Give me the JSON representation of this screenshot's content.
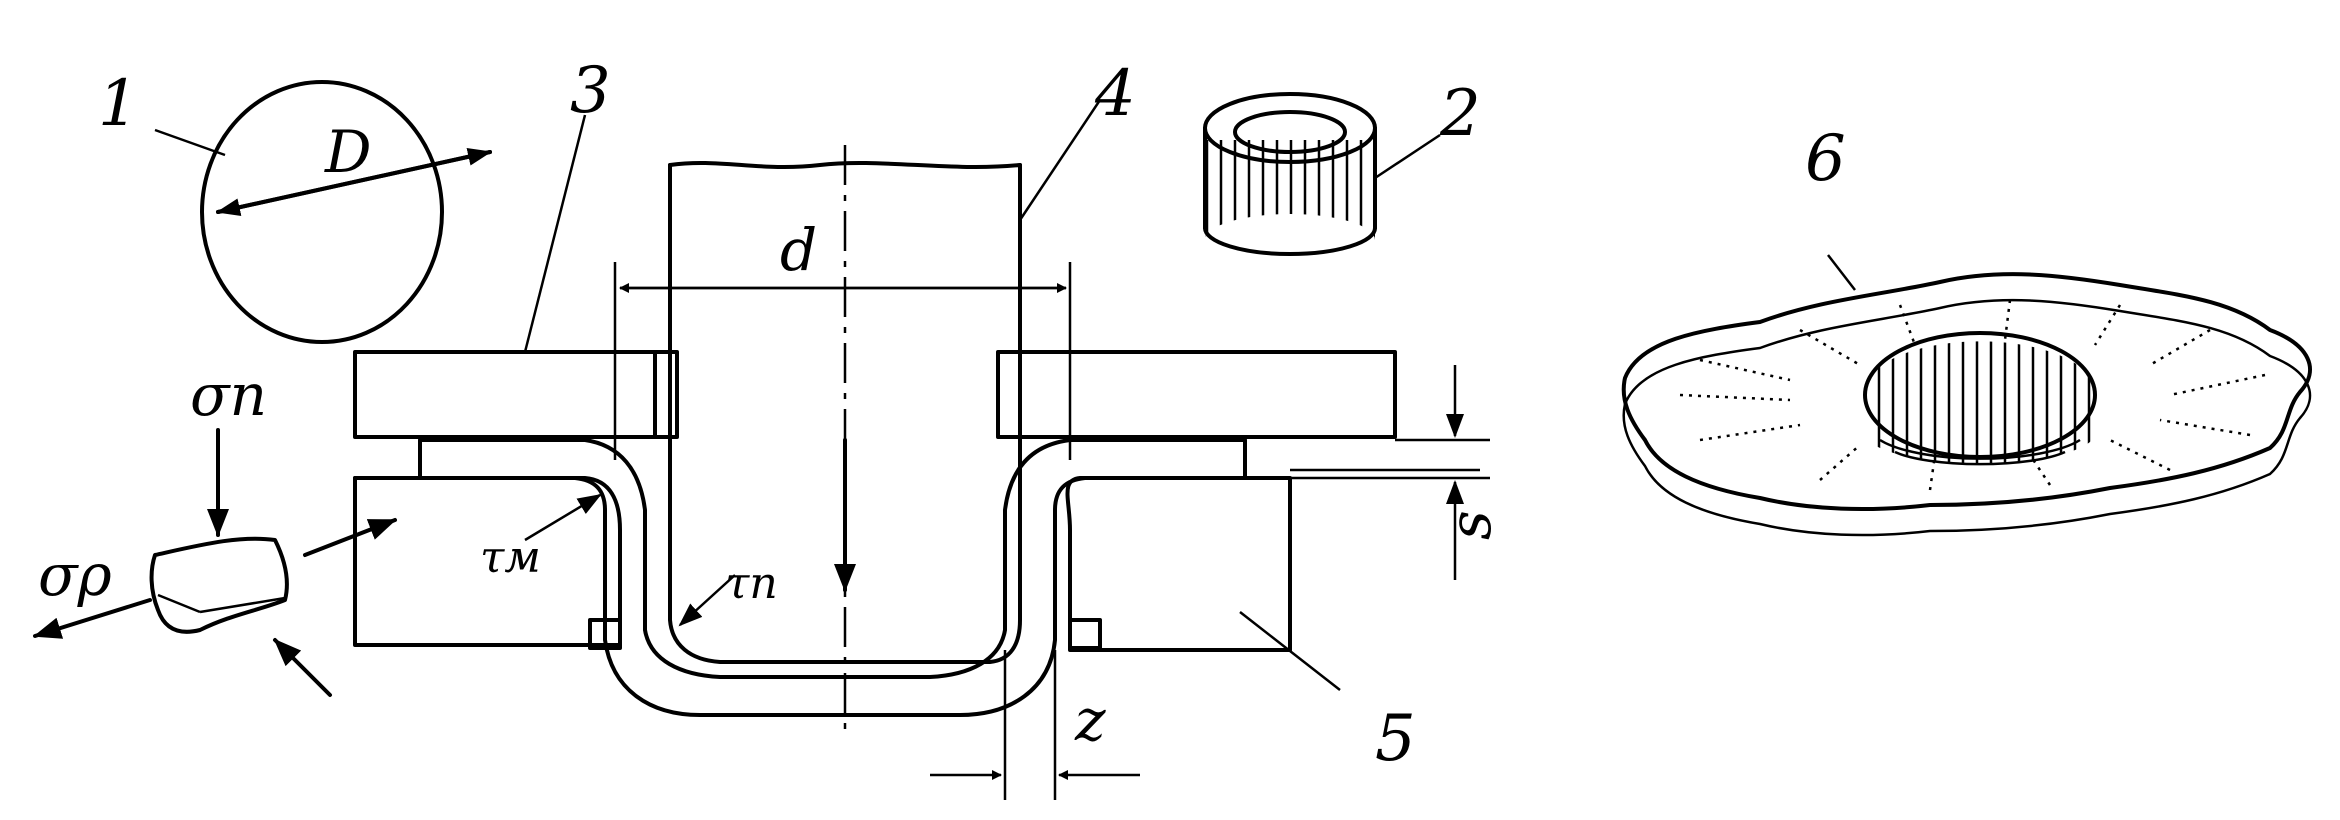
{
  "labels": {
    "blank": "1",
    "cup": "2",
    "holder": "3",
    "punch": "4",
    "die": "5",
    "wrinkled": "6",
    "D": "D",
    "d": "d",
    "s": "s",
    "z": "z",
    "tau_m": "τм",
    "tau_p": "τп",
    "sigma_p": "σп",
    "sigma_r": "σρ"
  }
}
